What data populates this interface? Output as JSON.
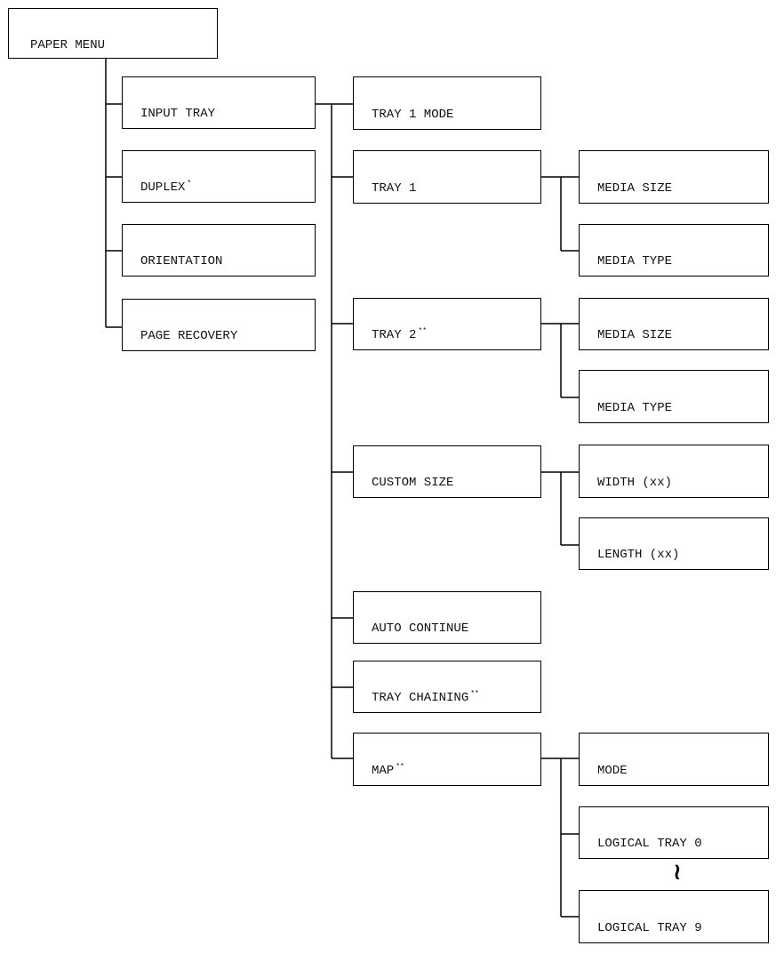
{
  "root": {
    "label": "PAPER MENU"
  },
  "level1": [
    {
      "label": "INPUT TRAY",
      "sup": ""
    },
    {
      "label": "DUPLEX",
      "sup": "*"
    },
    {
      "label": "ORIENTATION",
      "sup": ""
    },
    {
      "label": "PAGE RECOVERY",
      "sup": ""
    }
  ],
  "input_tray": [
    {
      "label": "TRAY 1 MODE",
      "sup": ""
    },
    {
      "label": "TRAY 1",
      "sup": ""
    },
    {
      "label": "TRAY 2",
      "sup": "**"
    },
    {
      "label": "CUSTOM SIZE",
      "sup": ""
    },
    {
      "label": "AUTO CONTINUE",
      "sup": ""
    },
    {
      "label": "TRAY CHAINING",
      "sup": "**"
    },
    {
      "label": "MAP",
      "sup": "**"
    }
  ],
  "tray1": [
    {
      "label": "MEDIA SIZE"
    },
    {
      "label": "MEDIA TYPE"
    }
  ],
  "tray2": [
    {
      "label": "MEDIA SIZE"
    },
    {
      "label": "MEDIA TYPE"
    }
  ],
  "custom_size": [
    {
      "label": "WIDTH (xx)"
    },
    {
      "label": "LENGTH (xx)"
    }
  ],
  "map": [
    {
      "label": "MODE"
    },
    {
      "label": "LOGICAL TRAY 0"
    },
    {
      "label": "LOGICAL TRAY 9"
    }
  ],
  "ellipsis_glyph": "≀"
}
